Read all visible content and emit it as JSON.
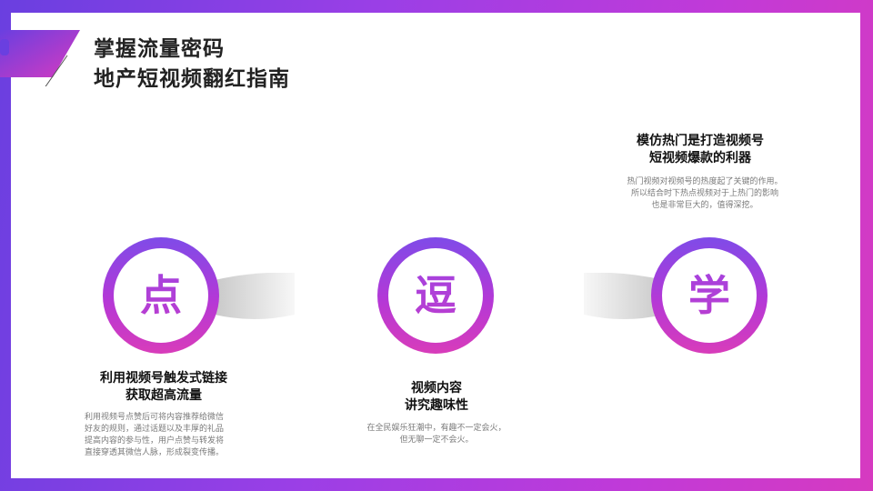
{
  "title": {
    "line1": "掌握流量密码",
    "line2": "地产短视频翻红指南"
  },
  "items": [
    {
      "glyph": "点",
      "heading_line1": "利用视频号触发式链接",
      "heading_line2": "获取超高流量",
      "body": [
        "利用视频号点赞后可将内容推荐给微信",
        "好友的规则，通过话题以及丰厚的礼品",
        "提高内容的参与性，用户点赞与转发将",
        "直接穿透其微信人脉，形成裂变传播。"
      ]
    },
    {
      "glyph": "逗",
      "heading_line1": "视频内容",
      "heading_line2": "讲究趣味性",
      "body": [
        "在全民娱乐狂潮中，有趣不一定会火，",
        "但无聊一定不会火。"
      ]
    },
    {
      "glyph": "学",
      "heading_line1": "模仿热门是打造视频号",
      "heading_line2": "短视频爆款的利器",
      "body": [
        "热门视频对视频号的热度起了关键的作用。",
        "所以结合时下热点视频对于上热门的影响",
        "也是非常巨大的，值得深挖。"
      ]
    }
  ],
  "colors": {
    "accent_start": "#6a3fe0",
    "accent_end": "#d63ac0"
  }
}
